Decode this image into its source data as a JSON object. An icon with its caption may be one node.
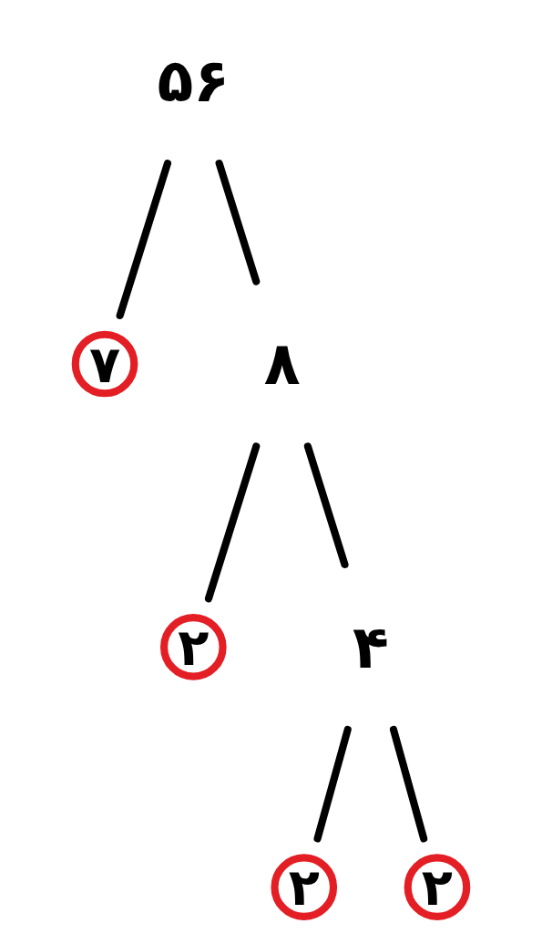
{
  "diagram": {
    "nodes": [
      {
        "text": [
          "۵۶"
        ]
      },
      {
        "text": [
          "۷"
        ]
      },
      {
        "text": [
          "۸"
        ]
      },
      {
        "text": [
          "۲"
        ]
      },
      {
        "text": [
          "۴"
        ]
      },
      {
        "text": [
          "۲"
        ]
      },
      {
        "text": [
          "۲"
        ]
      }
    ],
    "edges": [
      {
        "from": 0,
        "to": 1,
        "arrow": "none"
      },
      {
        "from": 0,
        "to": 2,
        "arrow": "none"
      },
      {
        "from": 2,
        "to": 3,
        "arrow": "none"
      },
      {
        "from": 2,
        "to": 4,
        "arrow": "none"
      },
      {
        "from": 4,
        "to": 5,
        "arrow": "none"
      },
      {
        "from": 4,
        "to": 6,
        "arrow": "none"
      }
    ]
  }
}
